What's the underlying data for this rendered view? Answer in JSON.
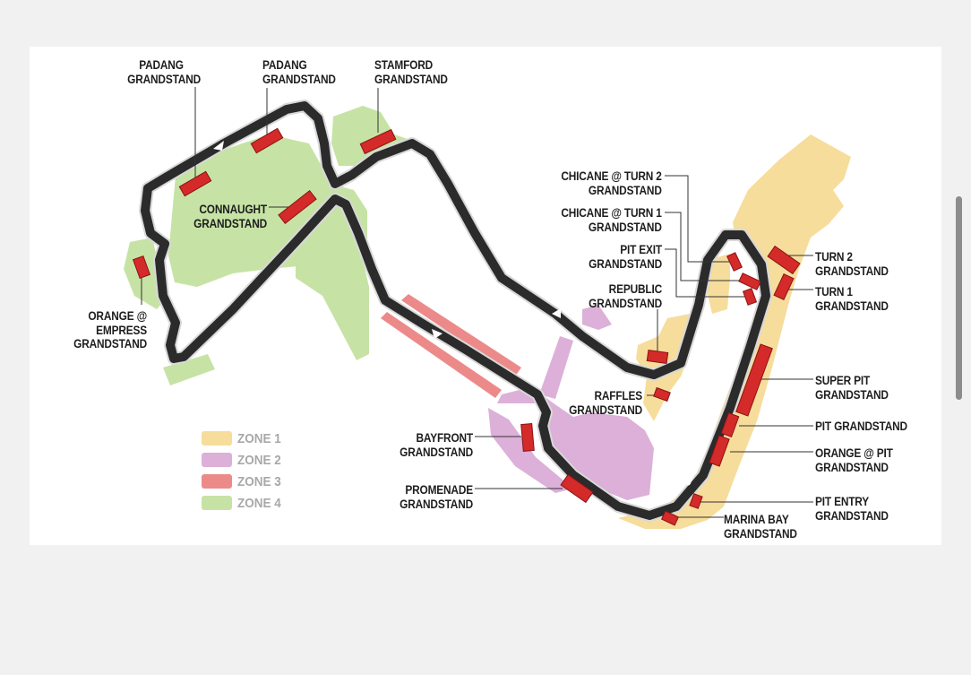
{
  "colors": {
    "background": "#f2f1f2",
    "card": "#ffffff",
    "track": "#2b2b2b",
    "grandstand": "#d42a2a",
    "zone1": "#f6dd9b",
    "zone2": "#dcb0d8",
    "zone3": "#ec8a8a",
    "zone4": "#c6e3a5"
  },
  "grandstands": {
    "padang_1": [
      "PADANG",
      "GRANDSTAND"
    ],
    "padang_2": [
      "PADANG",
      "GRANDSTAND"
    ],
    "stamford": [
      "STAMFORD",
      "GRANDSTAND"
    ],
    "connaught": [
      "CONNAUGHT",
      "GRANDSTAND"
    ],
    "orange_empress": [
      "ORANGE @",
      "EMPRESS",
      "GRANDSTAND"
    ],
    "chicane_turn2": [
      "CHICANE @ TURN 2",
      "GRANDSTAND"
    ],
    "chicane_turn1": [
      "CHICANE @ TURN 1",
      "GRANDSTAND"
    ],
    "pit_exit": [
      "PIT EXIT",
      "GRANDSTAND"
    ],
    "republic": [
      "REPUBLIC",
      "GRANDSTAND"
    ],
    "turn2": [
      "TURN 2",
      "GRANDSTAND"
    ],
    "turn1": [
      "TURN 1",
      "GRANDSTAND"
    ],
    "super_pit": [
      "SUPER PIT",
      "GRANDSTAND"
    ],
    "pit_grandstand": [
      "PIT GRANDSTAND"
    ],
    "orange_pit": [
      "ORANGE @ PIT",
      "GRANDSTAND"
    ],
    "pit_entry": [
      "PIT ENTRY",
      "GRANDSTAND"
    ],
    "marina_bay": [
      "MARINA BAY",
      "GRANDSTAND"
    ],
    "raffles": [
      "RAFFLES",
      "GRANDSTAND"
    ],
    "bayfront": [
      "BAYFRONT",
      "GRANDSTAND"
    ],
    "promenade": [
      "PROMENADE",
      "GRANDSTAND"
    ]
  },
  "legend": [
    {
      "label": "ZONE 1",
      "color": "#f6dd9b"
    },
    {
      "label": "ZONE 2",
      "color": "#dcb0d8"
    },
    {
      "label": "ZONE 3",
      "color": "#ec8a8a"
    },
    {
      "label": "ZONE 4",
      "color": "#c6e3a5"
    }
  ]
}
